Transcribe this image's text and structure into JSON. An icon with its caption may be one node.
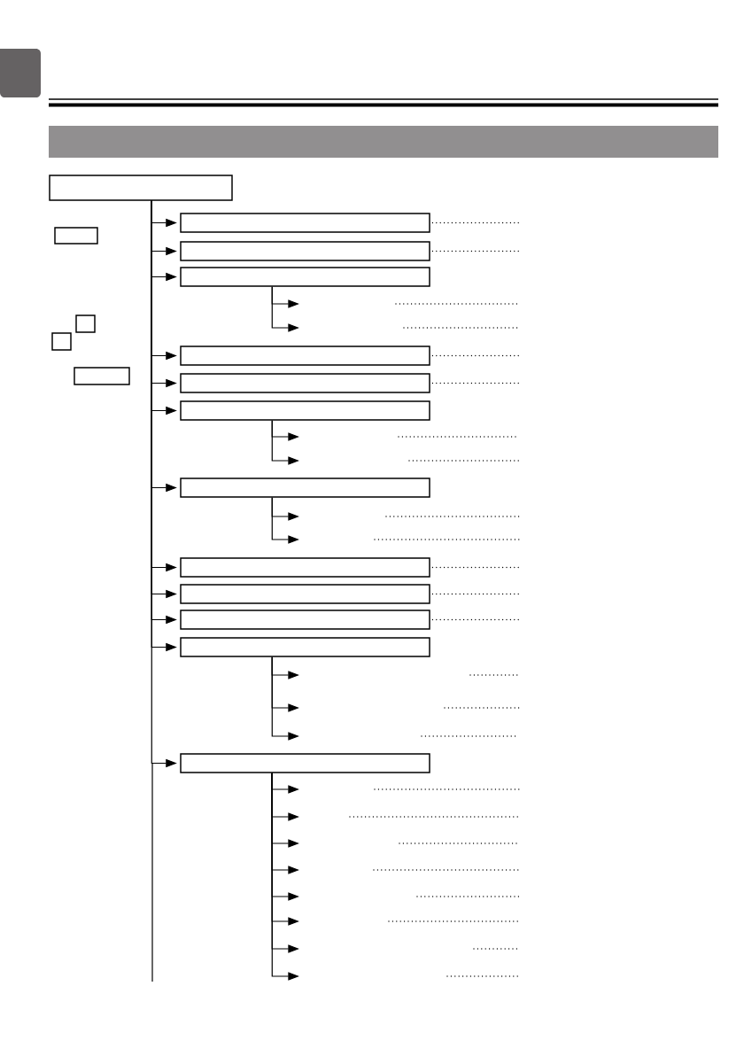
{
  "diagram": {
    "nodes": [
      {
        "text": [],
        "shape": "bar"
      },
      {
        "text": [],
        "shape": "box"
      },
      {
        "text": [],
        "shape": "box"
      },
      {
        "text": [],
        "shape": "box"
      },
      {
        "text": [],
        "shape": "box"
      },
      {
        "text": [],
        "shape": "box"
      },
      {
        "text": [],
        "shape": "box"
      },
      {
        "text": [],
        "shape": "box"
      },
      {
        "text": [],
        "shape": "box"
      },
      {
        "text": [],
        "shape": "box"
      },
      {
        "text": [],
        "shape": "box"
      },
      {
        "text": [],
        "shape": "box"
      },
      {
        "text": [],
        "shape": "box"
      },
      {
        "text": [],
        "shape": "box"
      },
      {
        "text": [],
        "shape": "box"
      },
      {
        "text": [],
        "shape": "box"
      },
      {
        "text": [],
        "shape": "box"
      },
      {
        "text": [],
        "shape": "box"
      }
    ],
    "edges": [
      {
        "from": 1,
        "to": 6,
        "arrow": "to"
      },
      {
        "from": 1,
        "to": 7,
        "arrow": "to"
      },
      {
        "from": 1,
        "to": 8,
        "arrow": "to"
      },
      {
        "from": 1,
        "to": 9,
        "arrow": "to"
      },
      {
        "from": 1,
        "to": 10,
        "arrow": "to"
      },
      {
        "from": 1,
        "to": 11,
        "arrow": "to"
      },
      {
        "from": 1,
        "to": 12,
        "arrow": "to"
      },
      {
        "from": 1,
        "to": 13,
        "arrow": "to"
      },
      {
        "from": 1,
        "to": 14,
        "arrow": "to"
      },
      {
        "from": 1,
        "to": 15,
        "arrow": "to"
      },
      {
        "from": 1,
        "to": 16,
        "arrow": "to"
      },
      {
        "from": 1,
        "to": 17,
        "arrow": "to"
      },
      {
        "from": 6,
        "to": null,
        "arrow": "none",
        "style": "dashed"
      },
      {
        "from": 7,
        "to": null,
        "arrow": "none",
        "style": "dashed"
      },
      {
        "from": 8,
        "to": null,
        "arrow": "to"
      },
      {
        "from": 8,
        "to": null,
        "arrow": "to"
      },
      {
        "from": 9,
        "to": null,
        "arrow": "none",
        "style": "dashed"
      },
      {
        "from": 10,
        "to": null,
        "arrow": "none",
        "style": "dashed"
      },
      {
        "from": 11,
        "to": null,
        "arrow": "to"
      },
      {
        "from": 11,
        "to": null,
        "arrow": "to"
      },
      {
        "from": 12,
        "to": null,
        "arrow": "to"
      },
      {
        "from": 12,
        "to": null,
        "arrow": "to"
      },
      {
        "from": 13,
        "to": null,
        "arrow": "none",
        "style": "dashed"
      },
      {
        "from": 14,
        "to": null,
        "arrow": "none",
        "style": "dashed"
      },
      {
        "from": 15,
        "to": null,
        "arrow": "none",
        "style": "dashed"
      },
      {
        "from": 16,
        "to": null,
        "arrow": "to"
      },
      {
        "from": 16,
        "to": null,
        "arrow": "to"
      },
      {
        "from": 16,
        "to": null,
        "arrow": "to"
      },
      {
        "from": 17,
        "to": null,
        "arrow": "to"
      },
      {
        "from": 17,
        "to": null,
        "arrow": "to"
      },
      {
        "from": 17,
        "to": null,
        "arrow": "to"
      },
      {
        "from": 17,
        "to": null,
        "arrow": "to"
      },
      {
        "from": 17,
        "to": null,
        "arrow": "to"
      },
      {
        "from": 17,
        "to": null,
        "arrow": "to"
      },
      {
        "from": 17,
        "to": null,
        "arrow": "to"
      },
      {
        "from": 17,
        "to": null,
        "arrow": "to"
      }
    ]
  }
}
